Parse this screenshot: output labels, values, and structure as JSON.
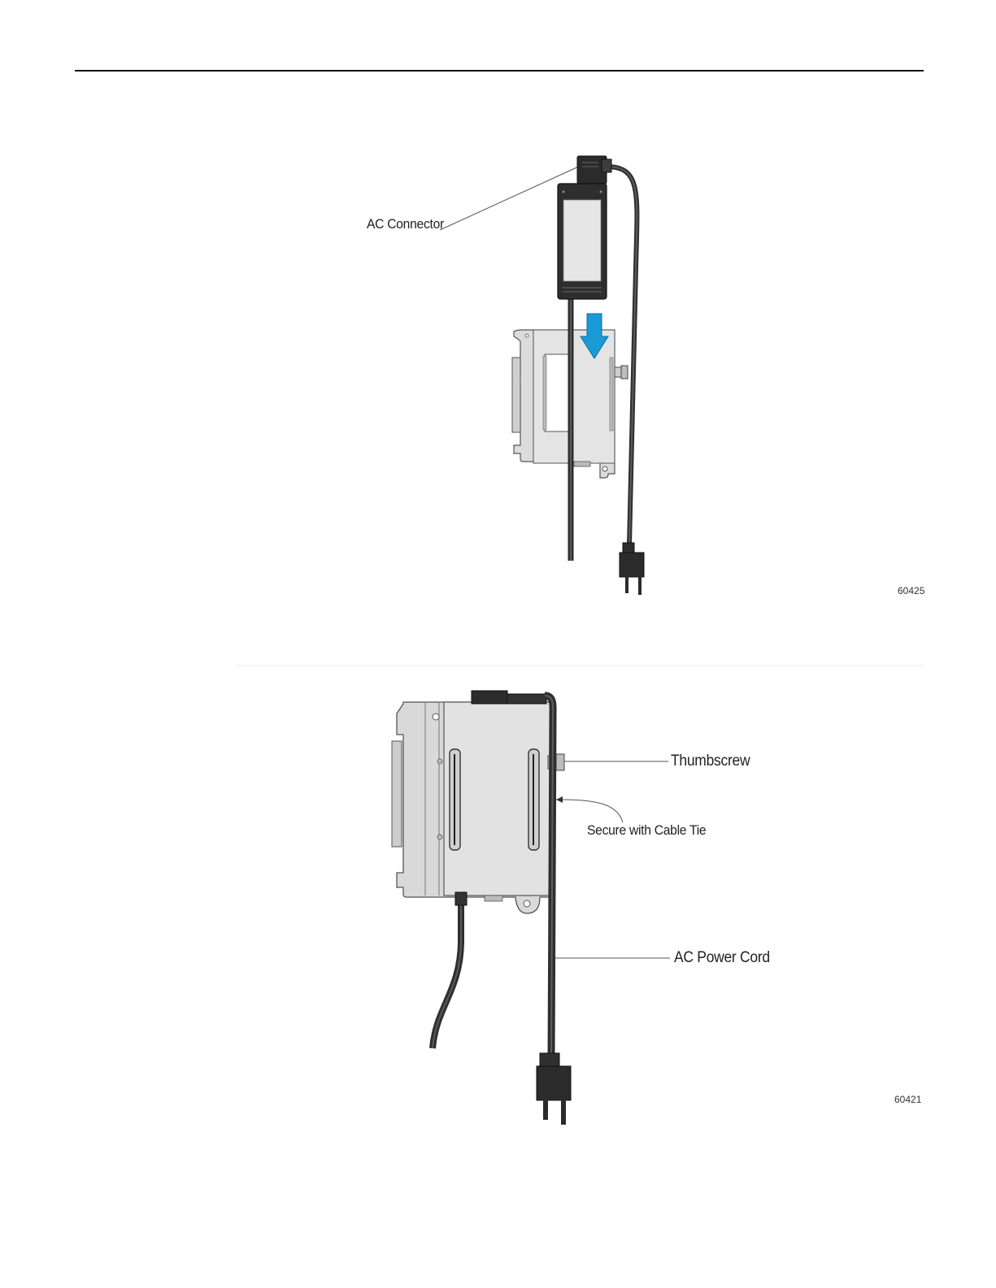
{
  "figure1": {
    "callouts": {
      "ac_connector": "AC Connector"
    },
    "figure_number": "60425"
  },
  "figure2": {
    "callouts": {
      "thumbscrew": "Thumbscrew",
      "cable_tie": "Secure with Cable Tie",
      "power_cord": "AC Power Cord"
    },
    "figure_number": "60421"
  },
  "colors": {
    "arrow": "#1a9ad6",
    "cable": "#3a3a3a",
    "bracket": "#dcdcdc"
  }
}
